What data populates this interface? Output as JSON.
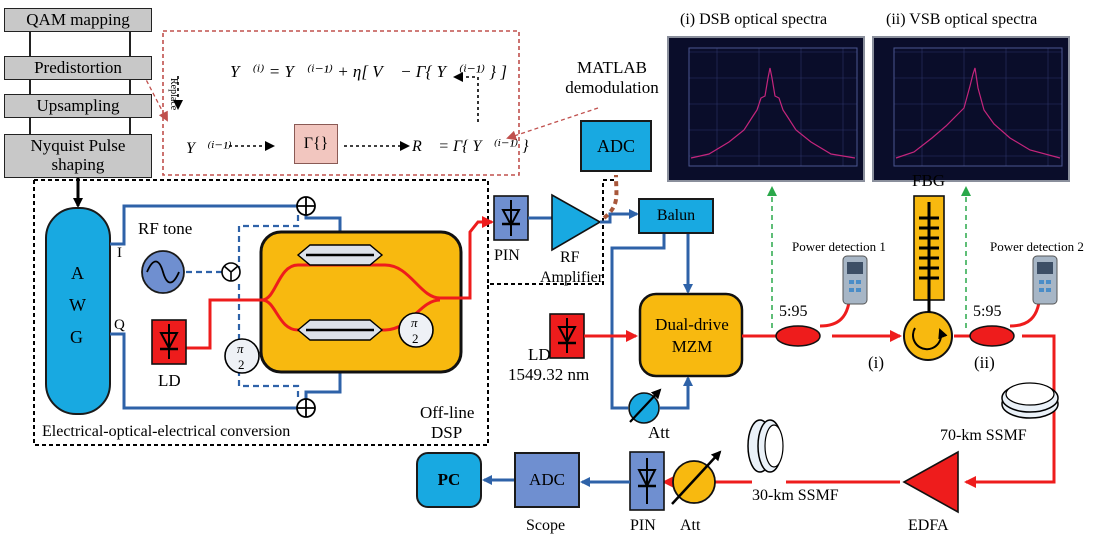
{
  "dsp_chain": [
    "QAM mapping",
    "Predistortion",
    "Upsampling",
    "Nyquist Pulse shaping"
  ],
  "feedback": {
    "replace": "Replace",
    "eq_main": "Y⃗⁽ⁱ⁾ = Y⃗⁽ⁱ⁻¹⁾ + η[ V⃗ − Γ{ Y⃗⁽ⁱ⁻¹⁾ } ]",
    "eq_input": "Y⃗⁽ⁱ⁻¹⁾",
    "gamma_box": "Γ{}",
    "eq_output": "R⃗ = Γ{ Y⃗⁽ⁱ⁻¹⁾ }"
  },
  "matlab": "MATLAB demodulation",
  "adc_top": "ADC",
  "spectra": {
    "dsb_title": "(i) DSB optical spectra",
    "vsb_title": "(ii) VSB optical spectra"
  },
  "awg": {
    "label": "AWG",
    "letters": [
      "A",
      "W",
      "G"
    ],
    "port_i": "I",
    "port_q": "Q"
  },
  "eoe": {
    "rf_tone": "RF tone",
    "ld": "LD",
    "half_pi_num": "π",
    "half_pi_den": "2",
    "caption": "Electrical-optical-electrical conversion"
  },
  "pin_top": "PIN",
  "rf_amp": {
    "rf": "RF",
    "amplifier": "Amplifier"
  },
  "balun": "Balun",
  "ld2": {
    "label": "LD",
    "wavelength": "1549.32 nm"
  },
  "mzm": {
    "line1": "Dual-drive",
    "line2": "MZM"
  },
  "att_mid": "Att",
  "coupler1": "5:95",
  "coupler2": "5:95",
  "power_detection_1": "Power detection 1",
  "power_detection_2": "Power detection 2",
  "fbg": "FBG",
  "point_i": "(i)",
  "point_ii": "(ii)",
  "ssmf70": "70-km SSMF",
  "ssmf30": "30-km SSMF",
  "edfa": "EDFA",
  "att_bottom": "Att",
  "pin_bottom": "PIN",
  "adc_bottom": "ADC",
  "scope": "Scope",
  "pc": "PC",
  "offline_dsp": {
    "line1": "Off-line",
    "line2": "DSP"
  },
  "colors": {
    "optical": "#ee1c1c",
    "electrical": "#2e62a8",
    "blue_box": "#18a9e1",
    "orange": "#f8b90f",
    "purple": "#6f8fd0"
  }
}
